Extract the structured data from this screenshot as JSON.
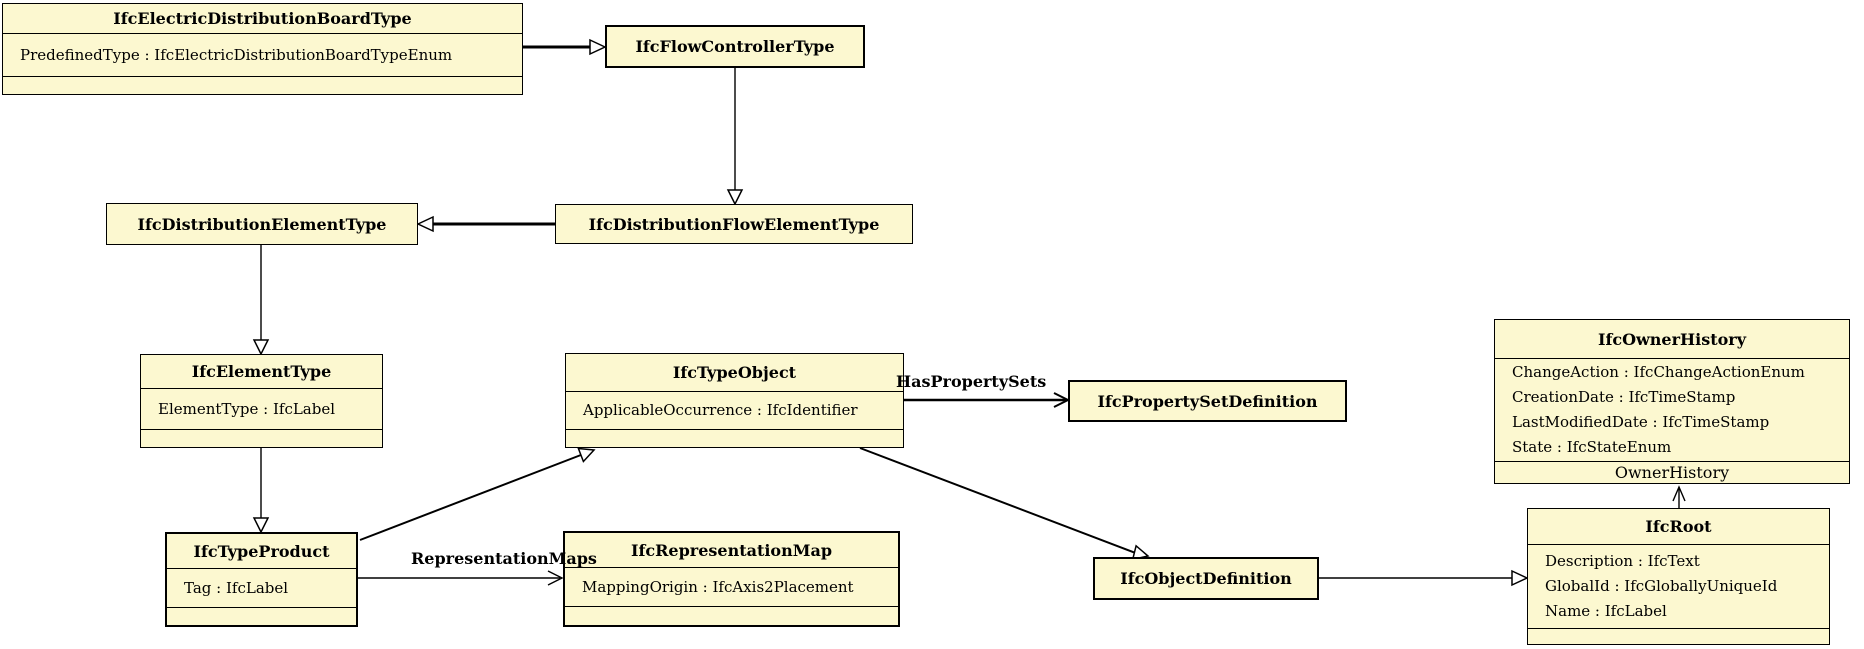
{
  "diagram": {
    "background": "#ffffff",
    "node_fill": "#fcf8d0",
    "node_border": "#000000",
    "line_color": "#000000",
    "nodes": {
      "electric": {
        "name": "IfcElectricDistributionBoardType",
        "attributes": [
          "PredefinedType : IfcElectricDistributionBoardTypeEnum"
        ]
      },
      "flow_controller": {
        "name": "IfcFlowControllerType",
        "attributes": []
      },
      "dist_elem": {
        "name": "IfcDistributionElementType",
        "attributes": []
      },
      "dist_flow": {
        "name": "IfcDistributionFlowElementType",
        "attributes": []
      },
      "element_type": {
        "name": "IfcElementType",
        "attributes": [
          "ElementType : IfcLabel"
        ]
      },
      "type_object": {
        "name": "IfcTypeObject",
        "attributes": [
          "ApplicableOccurrence : IfcIdentifier"
        ]
      },
      "pset_def": {
        "name": "IfcPropertySetDefinition",
        "attributes": []
      },
      "owner_history": {
        "name": "IfcOwnerHistory",
        "attributes": [
          "ChangeAction : IfcChangeActionEnum",
          "CreationDate : IfcTimeStamp",
          "LastModifiedDate : IfcTimeStamp",
          "State : IfcStateEnum"
        ],
        "footer_label": "OwnerHistory"
      },
      "type_product": {
        "name": "IfcTypeProduct",
        "attributes": [
          "Tag : IfcLabel"
        ]
      },
      "rep_map": {
        "name": "IfcRepresentationMap",
        "attributes": [
          "MappingOrigin : IfcAxis2Placement"
        ]
      },
      "obj_def": {
        "name": "IfcObjectDefinition",
        "attributes": []
      },
      "root": {
        "name": "IfcRoot",
        "attributes": [
          "Description : IfcText",
          "GlobalId : IfcGloballyUniqueId",
          "Name : IfcLabel"
        ]
      }
    },
    "edge_labels": {
      "has_property_sets": "HasPropertySets",
      "representation_maps": "RepresentationMaps",
      "owner_history": "OwnerHistory"
    },
    "edges": [
      {
        "from": "IfcElectricDistributionBoardType",
        "to": "IfcFlowControllerType",
        "type": "inheritance"
      },
      {
        "from": "IfcFlowControllerType",
        "to": "IfcDistributionFlowElementType",
        "type": "inheritance"
      },
      {
        "from": "IfcDistributionFlowElementType",
        "to": "IfcDistributionElementType",
        "type": "inheritance"
      },
      {
        "from": "IfcDistributionElementType",
        "to": "IfcElementType",
        "type": "inheritance"
      },
      {
        "from": "IfcElementType",
        "to": "IfcTypeProduct",
        "type": "inheritance"
      },
      {
        "from": "IfcTypeProduct",
        "to": "IfcTypeObject",
        "type": "inheritance"
      },
      {
        "from": "IfcTypeObject",
        "to": "IfcObjectDefinition",
        "type": "inheritance"
      },
      {
        "from": "IfcObjectDefinition",
        "to": "IfcRoot",
        "type": "inheritance"
      },
      {
        "from": "IfcTypeObject",
        "to": "IfcPropertySetDefinition",
        "type": "association",
        "label": "HasPropertySets"
      },
      {
        "from": "IfcTypeProduct",
        "to": "IfcRepresentationMap",
        "type": "association",
        "label": "RepresentationMaps"
      },
      {
        "from": "IfcRoot",
        "to": "IfcOwnerHistory",
        "type": "association",
        "label": "OwnerHistory"
      }
    ]
  }
}
